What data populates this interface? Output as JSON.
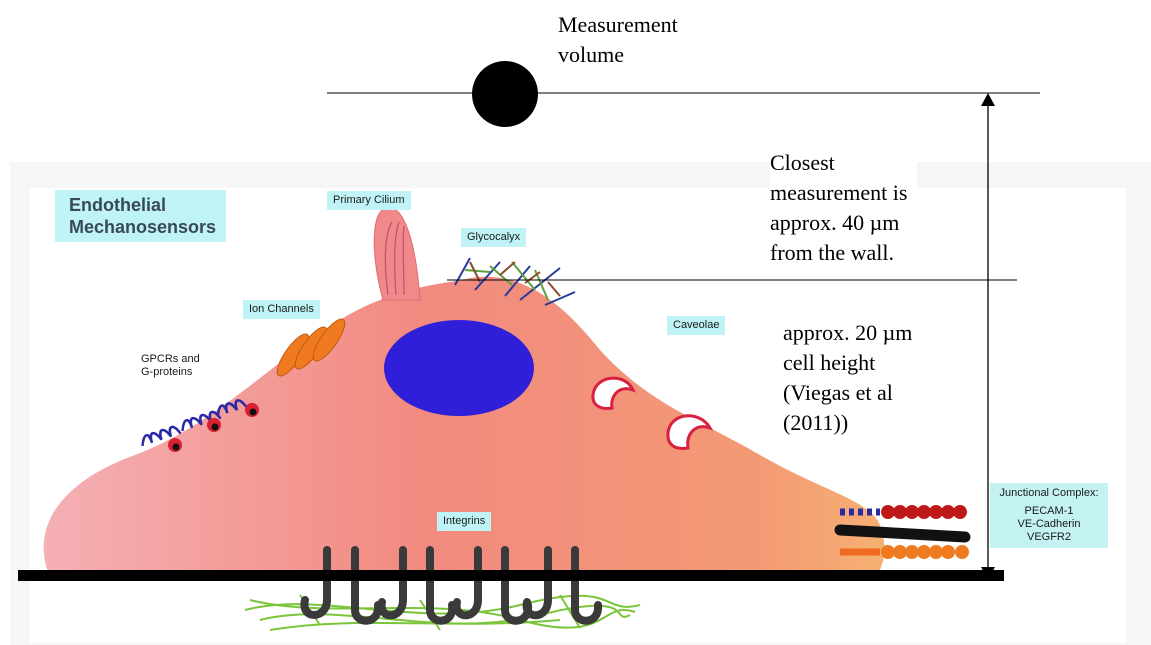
{
  "annotations": {
    "measurement_volume": [
      "Measurement",
      "volume"
    ],
    "closest": [
      "Closest",
      "measurement is",
      "approx. 40 µm",
      "from the wall."
    ],
    "cell_height": [
      "approx. 20 µm",
      "cell height",
      "(Viegas et al",
      "(2011))"
    ]
  },
  "figure": {
    "title": [
      "Endothelial",
      "Mechanosensors"
    ],
    "labels": {
      "primary_cilium": "Primary Cilium",
      "glycocalyx": "Glycocalyx",
      "ion_channels": "Ion Channels",
      "gpcrs": [
        "GPCRs and",
        "G-proteins"
      ],
      "caveolae": "Caveolae",
      "integrins": "Integrins"
    },
    "junctional_complex": {
      "heading": "Junctional Complex:",
      "items": [
        "PECAM-1",
        "VE-Cadherin",
        "VEGFR2"
      ]
    }
  },
  "colors": {
    "cell_body_left": "#f4a3a8",
    "cell_body_mid": "#f18c7e",
    "cell_body_right": "#f5a56e",
    "nucleus": "#2f1fd8",
    "label_bg": "#bff3f5",
    "cilium": "#f08a8a",
    "ion_channel": "#f07a20",
    "gpcr": "#2a2aa8",
    "integrin": "#3a3a3a",
    "ecm": "#7ac53a"
  }
}
